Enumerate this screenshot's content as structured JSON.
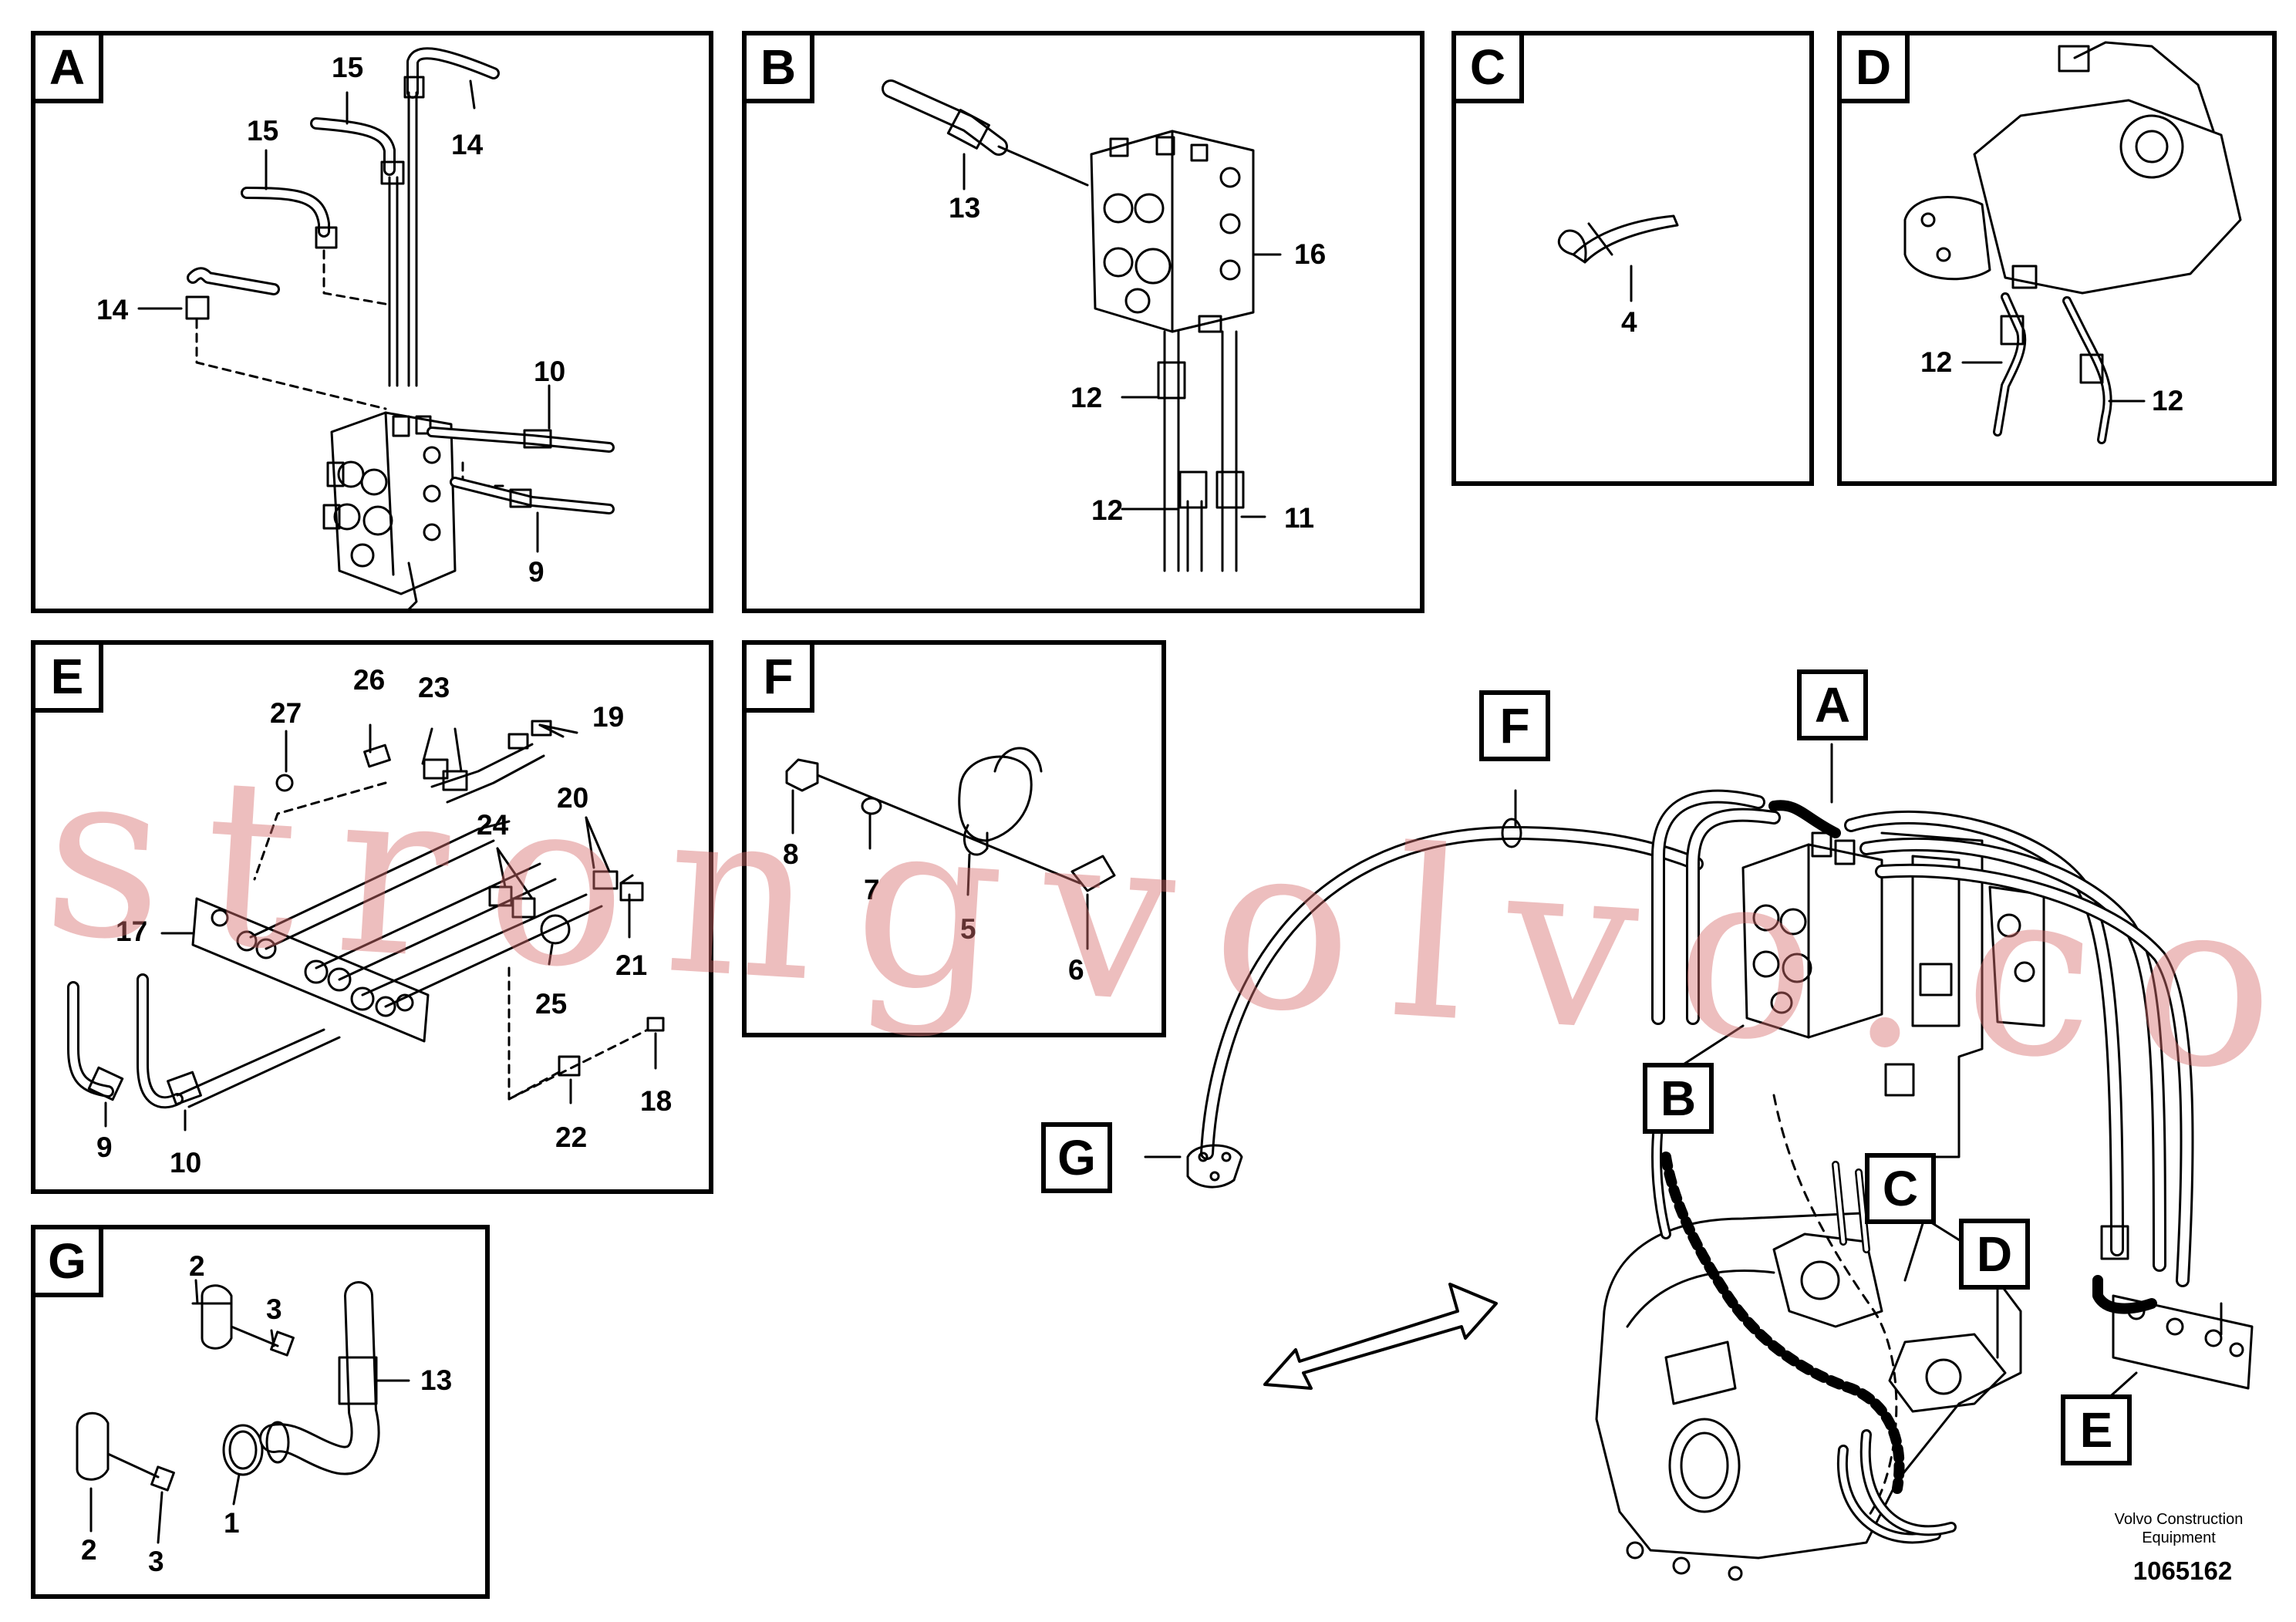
{
  "panels": {
    "A": {
      "label": "A",
      "callouts": [
        "15",
        "15",
        "14",
        "14",
        "10",
        "9"
      ]
    },
    "B": {
      "label": "B",
      "callouts": [
        "13",
        "16",
        "12",
        "12",
        "11"
      ]
    },
    "C": {
      "label": "C",
      "callouts": [
        "4"
      ]
    },
    "D": {
      "label": "D",
      "callouts": [
        "12",
        "12"
      ]
    },
    "E": {
      "label": "E",
      "callouts": [
        "27",
        "26",
        "23",
        "19",
        "20",
        "24",
        "17",
        "21",
        "25",
        "9",
        "10",
        "22",
        "18"
      ]
    },
    "F": {
      "label": "F",
      "callouts": [
        "8",
        "7",
        "5",
        "6"
      ]
    },
    "G": {
      "label": "G",
      "callouts": [
        "2",
        "3",
        "13",
        "2",
        "3",
        "1"
      ]
    }
  },
  "main_markers": [
    "F",
    "A",
    "B",
    "G",
    "C",
    "D",
    "E"
  ],
  "watermark": "strongvolvo.com",
  "footer": {
    "brand_line1": "Volvo Construction",
    "brand_line2": "Equipment",
    "doc_number": "1065162"
  },
  "colors": {
    "line": "#000000",
    "watermark": "#d76e6e",
    "background": "#ffffff"
  }
}
